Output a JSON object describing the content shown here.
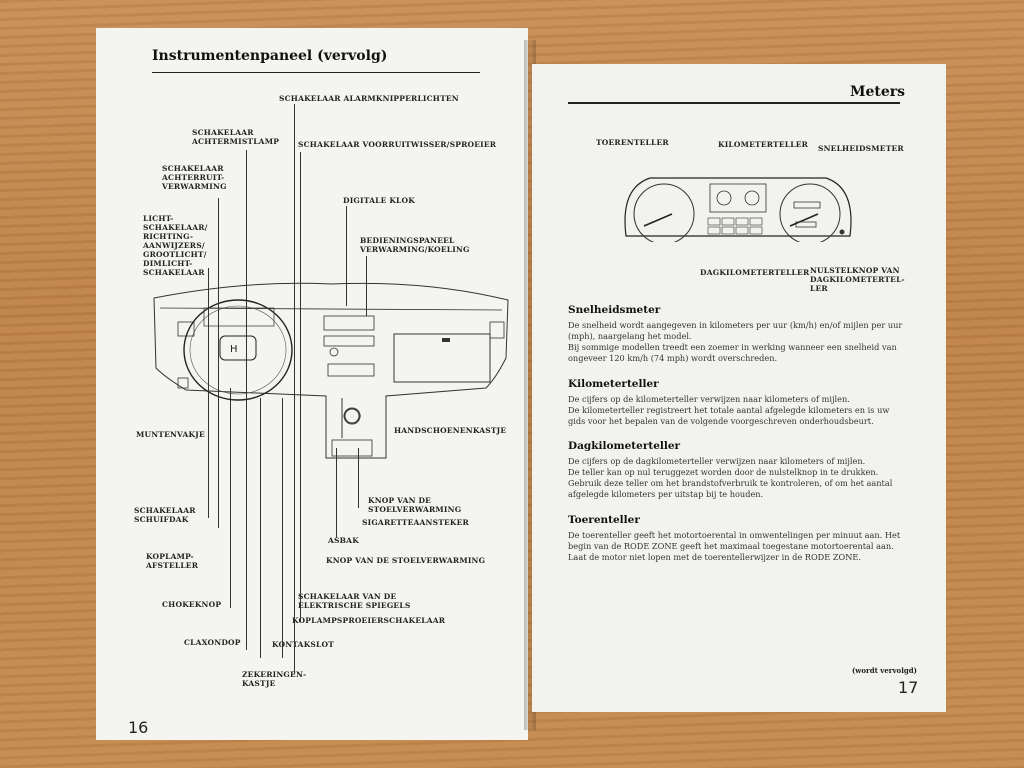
{
  "left_page": {
    "header": "Instrumentenpaneel (vervolg)",
    "page_number": "16",
    "labels": {
      "alarm": "SCHAKELAAR ALARMKNIPPERLICHTEN",
      "achtermist": "SCHAKELAAR\nACHTERMISTLAMP",
      "ruitwisser": "SCHAKELAAR VOORRUITWISSER/SPROEIER",
      "achterruit": "SCHAKELAAR\nACHTERRUIT-\nVERWARMING",
      "klok": "DIGITALE KLOK",
      "licht": "LICHT-\nSCHAKELAAR/\nRICHTING-\nAANWIJZERS/\nGROOTLICHT/\nDIMLICHT-\nSCHAKELAAR",
      "bediening": "BEDIENINGSPANEEL\nVERWARMING/KOELING",
      "muntenvakje": "MUNTENVAKJE",
      "handschoen": "HANDSCHOENENKASTJE",
      "schuifdak": "SCHAKELAAR\nSCHUIFDAK",
      "stoel1": "KNOP VAN DE\nSTOELVERWARMING",
      "sigaret": "SIGARETTEAANSTEKER",
      "asbak": "ASBAK",
      "koplamp_afsteller": "KOPLAMP-\nAFSTELLER",
      "stoel2": "KNOP VAN DE STOELVERWARMING",
      "choke": "CHOKEKNOP",
      "spiegels": "SCHAKELAAR VAN DE\nELEKTRISCHE SPIEGELS",
      "sproeier": "KOPLAMPSPROEIERSCHAKELAAR",
      "claxon": "CLAXONDOP",
      "kontakslot": "KONTAKSLOT",
      "zekering": "ZEKERINGEN-\nKASTJE"
    }
  },
  "right_page": {
    "header": "Meters",
    "page_number": "17",
    "continued": "(wordt vervolgd)",
    "labels": {
      "toerenteller": "TOERENTELLER",
      "kilometerteller": "KILOMETERTELLER",
      "snelheidsmeter": "SNELHEIDSMETER",
      "dagkilometerteller": "DAGKILOMETERTELLER",
      "nulstel": "NULSTELKNOP VAN\nDAGKILOMETERTEL-\nLER"
    },
    "sections": [
      {
        "title": "Snelheidsmeter",
        "text": "De snelheid wordt aangegeven in kilometers per uur (km/h) en/of mijlen per uur (mph), naargelang het model.\nBij sommige modellen treedt een zoemer in werking wanneer een snelheid van ongeveer 120 km/h (74 mph) wordt overschreden."
      },
      {
        "title": "Kilometerteller",
        "text": "De cijfers op de kilometerteller verwijzen naar kilometers of mijlen.\nDe kilometerteller registreert het totale aantal afgelegde kilometers en is uw gids voor het bepalen van de volgende voorgeschreven onderhoudsbeurt."
      },
      {
        "title": "Dagkilometerteller",
        "text": "De cijfers op de dagkilometerteller verwijzen naar kilometers of mijlen.\nDe teller kan op nul teruggezet worden door de nulstelknop in te drukken. Gebruik deze teller om het brandstofverbruik te kontroleren, of om het aantal afgelegde kilometers per uitstap bij te houden."
      },
      {
        "title": "Toerenteller",
        "text": "De toerenteller geeft het motortoerental in omwentelingen per minuut aan. Het begin van de RODE ZONE geeft het maximaal toegestane motortoerental aan. Laat de motor niet lopen met de toerentellerwijzer in de RODE ZONE."
      }
    ]
  }
}
